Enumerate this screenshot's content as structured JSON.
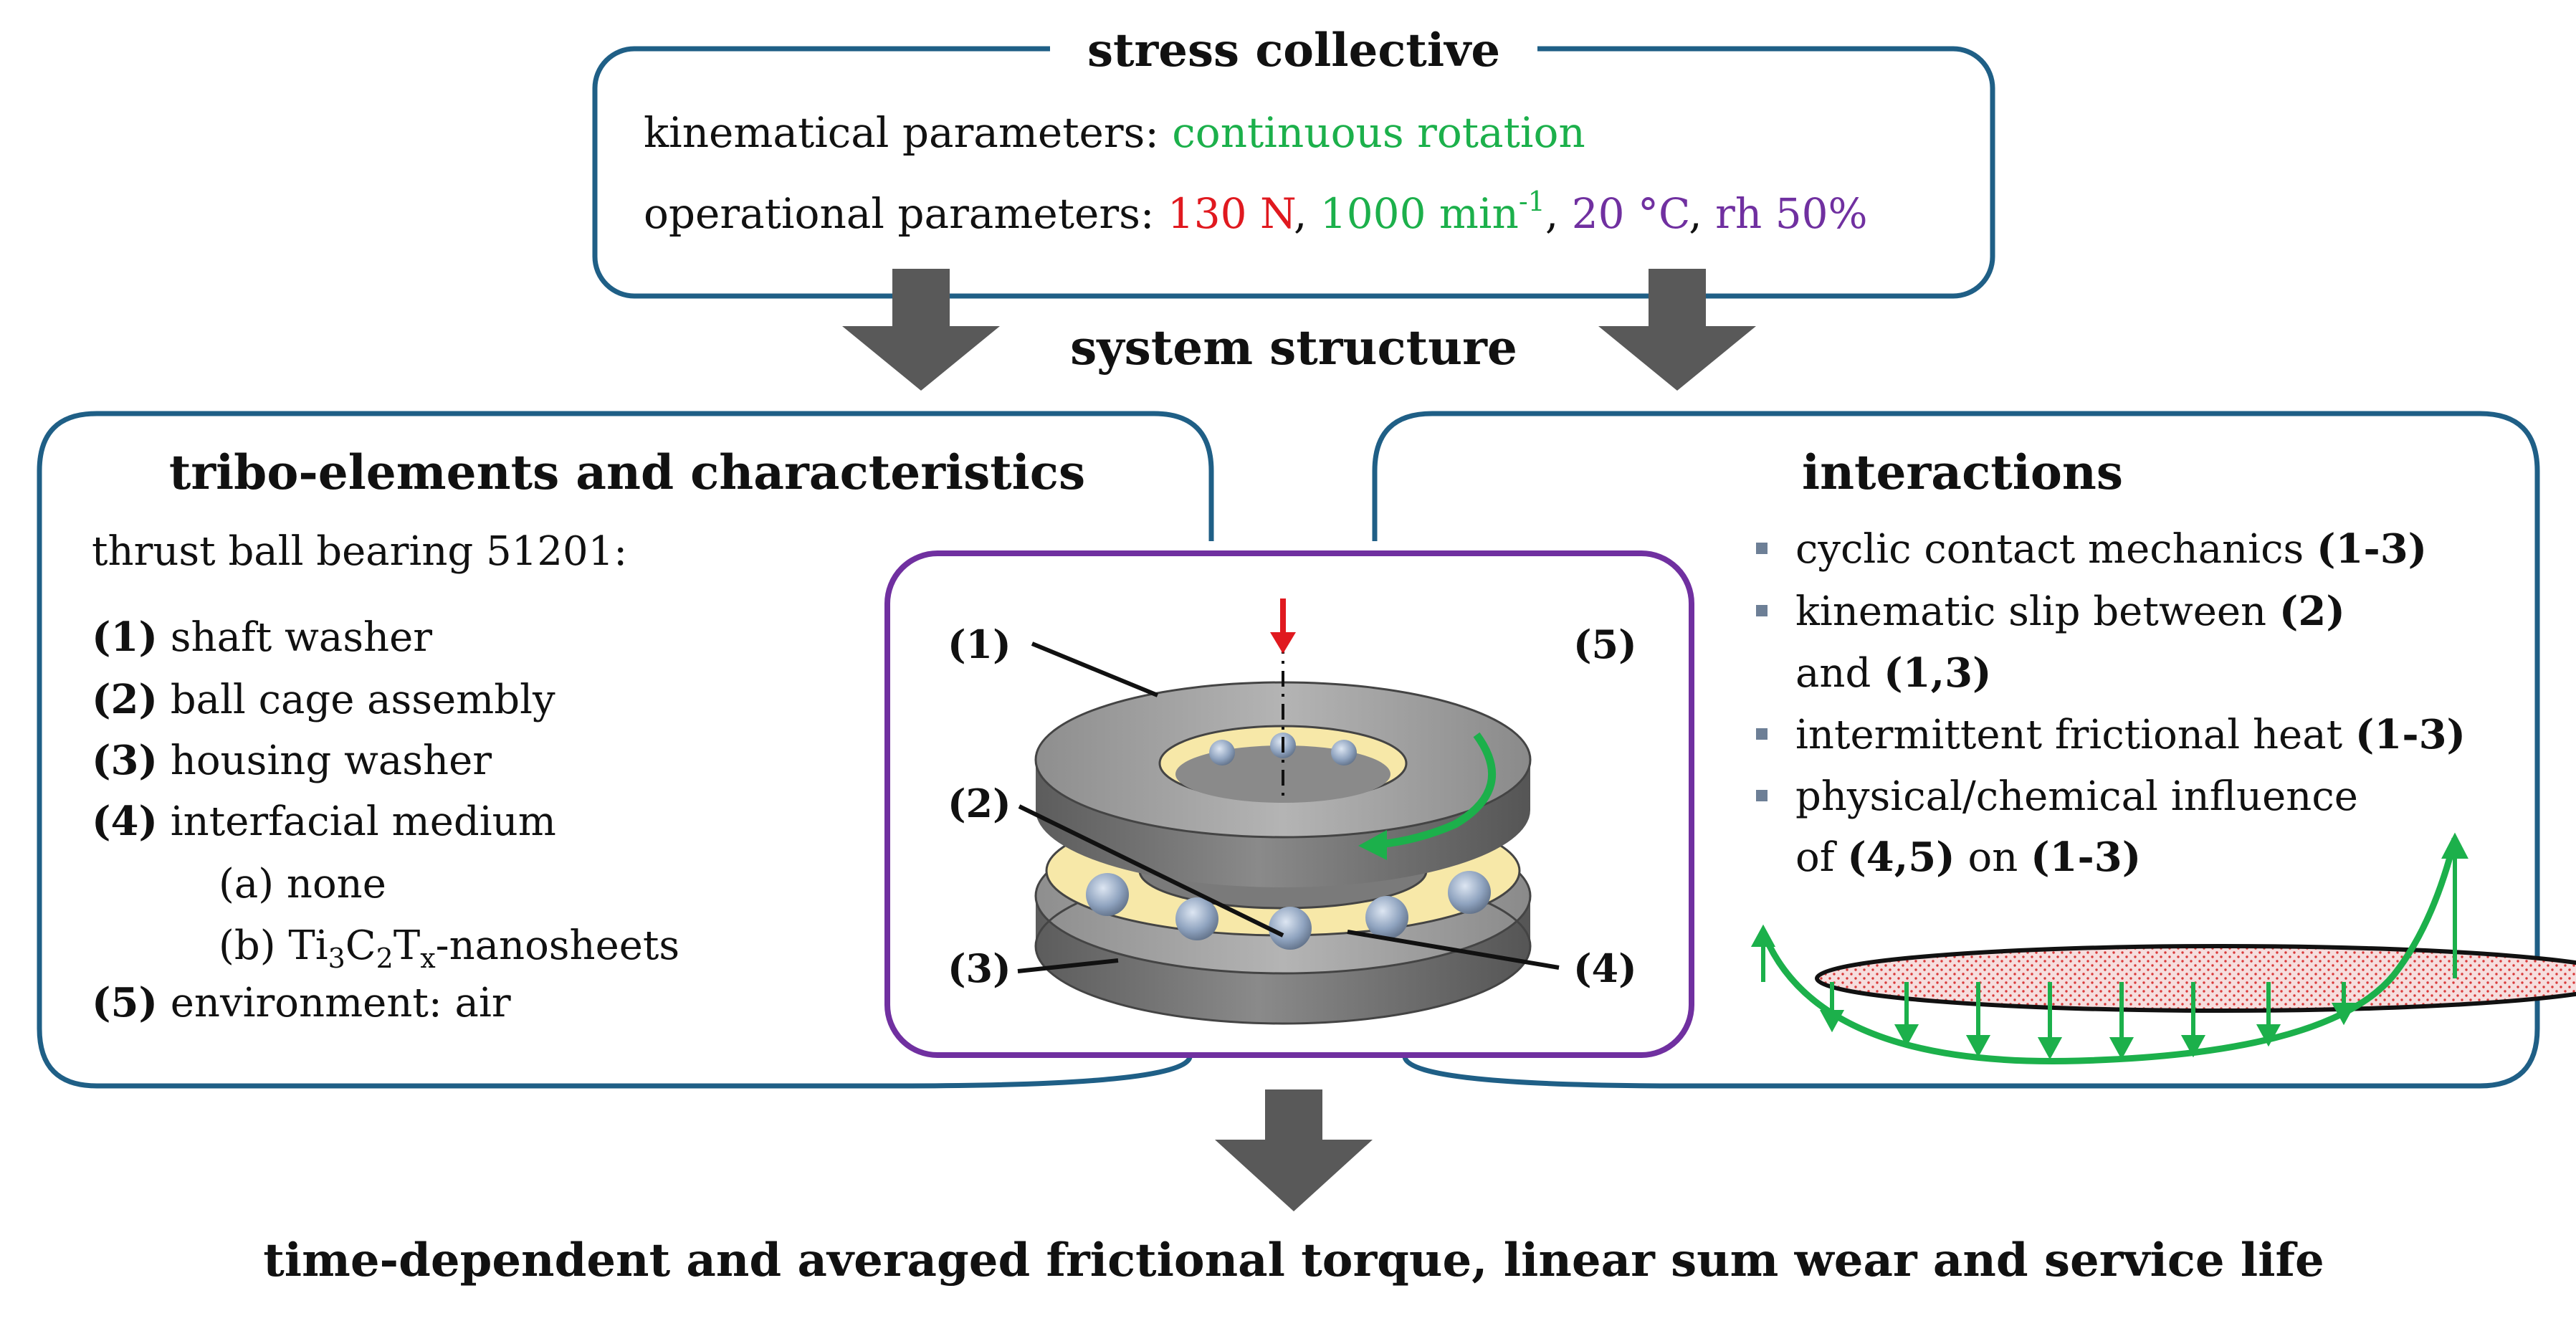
{
  "stress": {
    "title": "stress collective",
    "kin_label": "kinematical parameters: ",
    "kin_value": "continuous rotation",
    "op_label": "operational parameters: ",
    "op_load": "130 N",
    "op_sep1": ", ",
    "op_speed": "1000 min",
    "op_speed_exp": "-1",
    "op_sep2": ", ",
    "op_temp": "20 °C",
    "op_sep3": ", ",
    "op_rh": "rh 50%"
  },
  "system_title": "system structure",
  "tribo": {
    "title": "tribo-elements and characteristics",
    "bearing": "thrust ball bearing 51201:",
    "e1_num": "(1)",
    "e1_text": " shaft washer",
    "e2_num": "(2)",
    "e2_text": " ball cage assembly",
    "e3_num": "(3)",
    "e3_text": " housing washer",
    "e4_num": "(4)",
    "e4_text": " interfacial medium",
    "e4a": "(a) none",
    "e4b_pre": "(b) Ti",
    "e4b_s1": "3",
    "e4b_c": "C",
    "e4b_s2": "2",
    "e4b_t": "T",
    "e4b_s3": "x",
    "e4b_post": "-nanosheets",
    "e5_num": "(5)",
    "e5_text": " environment: air"
  },
  "illustration": {
    "l1": "(1)",
    "l2": "(2)",
    "l3": "(3)",
    "l4": "(4)",
    "l5": "(5)"
  },
  "interactions": {
    "title": "interactions",
    "i1_text": "cyclic contact mechanics ",
    "i1_ref": "(1-3)",
    "i2_text": "kinematic slip between ",
    "i2_ref": "(2)",
    "i2b_text": "and ",
    "i2b_ref": "(1,3)",
    "i3_text": "intermittent frictional heat ",
    "i3_ref": "(1-3)",
    "i4_text": "physical/chemical influence",
    "i4b_text": "of ",
    "i4b_ref": "(4,5)",
    "i4b_mid": " on ",
    "i4b_ref2": "(1-3)"
  },
  "output_text": "time-dependent and averaged frictional torque, linear sum wear and service life",
  "colors": {
    "frame_blue": "#1f5f86",
    "frame_purple": "#7030a0",
    "green": "#1cb04b",
    "red": "#e0191f",
    "purple_text": "#7030a0",
    "arrow_gray": "#595959",
    "bullet": "#6d7f96"
  }
}
